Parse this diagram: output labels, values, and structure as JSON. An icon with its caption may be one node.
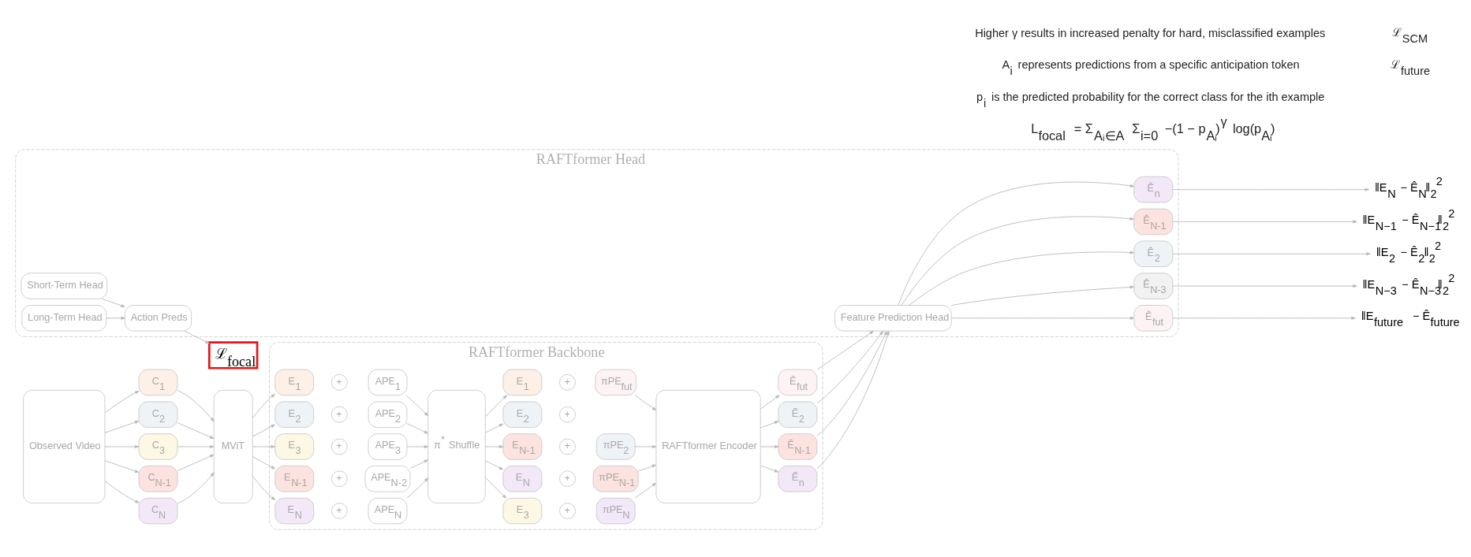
{
  "diagram": {
    "nodes": [
      {
        "text": [
          "RAFTformer Backbone"
        ]
      },
      {
        "text": [
          "RAFTformer Head"
        ]
      },
      {
        "text": [
          "Observed Video"
        ]
      },
      {
        "text": [
          "C$_{1}$"
        ]
      },
      {
        "text": [
          "C$_{2}$"
        ]
      },
      {
        "text": [
          "C$_{3}$"
        ]
      },
      {
        "text": [
          "C$_{N-1}$"
        ]
      },
      {
        "text": [
          "C$_{N}$"
        ]
      },
      {
        "text": [
          "MViT"
        ]
      },
      {
        "text": [
          "E$_{1}$"
        ],
        "in": 0
      },
      {
        "text": [
          "+"
        ],
        "in": 0
      },
      {
        "text": [
          "APE$_{1}$"
        ],
        "in": 0
      },
      {
        "text": [
          "E$_{2}$"
        ],
        "in": 0
      },
      {
        "text": [
          "+"
        ],
        "in": 0
      },
      {
        "text": [
          "APE$_{2}$"
        ],
        "in": 0
      },
      {
        "text": [
          "E$_{3}$"
        ],
        "in": 0
      },
      {
        "text": [
          "+"
        ],
        "in": 0
      },
      {
        "text": [
          "APE$_{3}$"
        ],
        "in": 0
      },
      {
        "text": [
          "E$_{N-1}$"
        ],
        "in": 0
      },
      {
        "text": [
          "+"
        ],
        "in": 0
      },
      {
        "text": [
          "APE$_{N-2}$"
        ],
        "in": 0
      },
      {
        "text": [
          "E$_{N}$"
        ],
        "in": 0
      },
      {
        "text": [
          "+"
        ],
        "in": 0
      },
      {
        "text": [
          "APE$_{N}$"
        ],
        "in": 0
      },
      {
        "text": [
          "π$^{*}$ Shuffle"
        ],
        "in": 0
      },
      {
        "text": [
          "E$_{3}$"
        ],
        "in": 0
      },
      {
        "text": [
          "+"
        ],
        "in": 0
      },
      {
        "text": [
          "πPE$_{N}$"
        ],
        "in": 0
      },
      {
        "text": [
          "E$_{N}$"
        ],
        "in": 0
      },
      {
        "text": [
          "+"
        ],
        "in": 0
      },
      {
        "text": [
          "πPE$_{N-1}$"
        ],
        "in": 0
      },
      {
        "text": [
          "E$_{N-1}$"
        ],
        "in": 0
      },
      {
        "text": [
          "+"
        ],
        "in": 0
      },
      {
        "text": [
          "πPE$_{2}$"
        ],
        "in": 0
      },
      {
        "text": [
          "E$_{2}$"
        ],
        "in": 0
      },
      {
        "text": [
          "+"
        ],
        "in": 0
      },
      {
        "text": [
          "E$_{1}$"
        ],
        "in": 0
      },
      {
        "text": [
          "+"
        ],
        "in": 0
      },
      {
        "text": [
          "πPE$_{fut}$"
        ],
        "in": 0
      },
      {
        "text": [
          "RAFTformer Encoder"
        ],
        "in": 0
      },
      {
        "text": [
          "Ẽ$_{n}$"
        ],
        "in": 0
      },
      {
        "text": [
          "Ẽ$_{N-1}$"
        ],
        "in": 0
      },
      {
        "text": [
          "Ẽ$_{2}$"
        ],
        "in": 0
      },
      {
        "text": [
          "Ẽ$_{fut}$"
        ],
        "in": 0
      },
      {
        "text": [
          "Short-Term Head"
        ],
        "in": 1
      },
      {
        "text": [
          "Long-Term Head"
        ],
        "in": 1
      },
      {
        "text": [
          "Action Preds"
        ],
        "in": 1
      },
      {
        "text": [
          "Feature Prediction Head"
        ],
        "in": 1
      },
      {
        "text": [
          "Ê$_{n}$"
        ],
        "in": 1
      },
      {
        "text": [
          "Ê$_{N-1}$"
        ],
        "in": 1
      },
      {
        "text": [
          "Ê$_{2}$"
        ],
        "in": 1
      },
      {
        "text": [
          "Ê$_{N-3}$"
        ],
        "in": 1
      },
      {
        "text": [
          "Ê$_{fut}$"
        ],
        "in": 1
      },
      {
        "text": [
          "ℒ$_{focal}$"
        ]
      },
      {
        "text": [
          "‖E$_{N}$ − Ê$_{N}$‖$_{2}$$^{2}$"
        ]
      },
      {
        "text": [
          "‖E$_{N−1}$ − Ê$_{N−1}$‖$_{2}$$^{2}$"
        ]
      },
      {
        "text": [
          "‖E$_{2}$ − Ê$_{2}$‖$_{2}$$^{2}$"
        ]
      },
      {
        "text": [
          "‖E$_{N−3}$ − Ê$_{N−3}$‖$_{2}$$^{2}$"
        ]
      },
      {
        "text": [
          "‖E$_{future}$ − Ê$_{future}$"
        ]
      }
    ],
    "edges": [
      {
        "from": 2,
        "to": 3,
        "arrow": "to"
      },
      {
        "from": 2,
        "to": 4,
        "arrow": "to"
      },
      {
        "from": 2,
        "to": 5,
        "arrow": "to"
      },
      {
        "from": 2,
        "to": 6,
        "arrow": "to"
      },
      {
        "from": 2,
        "to": 7,
        "arrow": "to"
      },
      {
        "from": 3,
        "to": 8,
        "arrow": "to"
      },
      {
        "from": 4,
        "to": 8,
        "arrow": "to"
      },
      {
        "from": 5,
        "to": 8,
        "arrow": "to"
      },
      {
        "from": 6,
        "to": 8,
        "arrow": "to"
      },
      {
        "from": 7,
        "to": 8,
        "arrow": "to"
      },
      {
        "from": 8,
        "to": 9,
        "arrow": "to"
      },
      {
        "from": 8,
        "to": 12,
        "arrow": "to"
      },
      {
        "from": 8,
        "to": 15,
        "arrow": "to"
      },
      {
        "from": 8,
        "to": 18,
        "arrow": "to"
      },
      {
        "from": 8,
        "to": 21,
        "arrow": "to"
      },
      {
        "from": 11,
        "to": 24,
        "arrow": "to"
      },
      {
        "from": 14,
        "to": 24,
        "arrow": "to"
      },
      {
        "from": 17,
        "to": 24,
        "arrow": "to"
      },
      {
        "from": 20,
        "to": 24,
        "arrow": "to"
      },
      {
        "from": 23,
        "to": 24,
        "arrow": "to"
      },
      {
        "from": 24,
        "to": 25,
        "arrow": "to"
      },
      {
        "from": 24,
        "to": 28,
        "arrow": "to"
      },
      {
        "from": 24,
        "to": 31,
        "arrow": "to"
      },
      {
        "from": 24,
        "to": 34,
        "arrow": "to"
      },
      {
        "from": 24,
        "to": 36,
        "arrow": "to"
      },
      {
        "from": 27,
        "to": 39,
        "arrow": "to"
      },
      {
        "from": 30,
        "to": 39,
        "arrow": "to"
      },
      {
        "from": 33,
        "to": 39,
        "arrow": "to"
      },
      {
        "from": 38,
        "to": 39,
        "arrow": "to"
      },
      {
        "from": 39,
        "to": 40,
        "arrow": "to"
      },
      {
        "from": 39,
        "to": 41,
        "arrow": "to"
      },
      {
        "from": 39,
        "to": 42,
        "arrow": "to"
      },
      {
        "from": 39,
        "to": 43,
        "arrow": "to"
      },
      {
        "from": 40,
        "to": 47,
        "arrow": "to"
      },
      {
        "from": 41,
        "to": 47,
        "arrow": "to"
      },
      {
        "from": 42,
        "to": 47,
        "arrow": "to"
      },
      {
        "from": 43,
        "to": 47,
        "arrow": "to"
      },
      {
        "from": 44,
        "to": 46,
        "arrow": "to"
      },
      {
        "from": 45,
        "to": 46,
        "arrow": "to"
      },
      {
        "from": 46,
        "to": 53,
        "arrow": "to"
      },
      {
        "from": 47,
        "to": 48,
        "arrow": "to"
      },
      {
        "from": 47,
        "to": 49,
        "arrow": "to"
      },
      {
        "from": 47,
        "to": 50,
        "arrow": "to"
      },
      {
        "from": 47,
        "to": 51,
        "arrow": "to"
      },
      {
        "from": 47,
        "to": 52,
        "arrow": "to"
      },
      {
        "from": 48,
        "to": 54,
        "arrow": "to"
      },
      {
        "from": 49,
        "to": 55,
        "arrow": "to"
      },
      {
        "from": 50,
        "to": 56,
        "arrow": "to"
      },
      {
        "from": 51,
        "to": 57,
        "arrow": "to"
      },
      {
        "from": 52,
        "to": 58,
        "arrow": "to"
      }
    ],
    "labels": [
      "L$_{focal}$ = Σ$_{Aᵢ∈A}$ Σ$_{i=0}$ −(1 − p$_{Aᵢ}$)$^{γ}$ log(p$_{Aᵢ}$)",
      "p$_{i}$ is the predicted probability for the correct class for the ith example",
      "A$_{i}$ represents predictions from a specific anticipation token",
      "Higher γ results in increased penalty for hard, misclassified examples",
      "ℒ$_{SCM}$",
      "ℒ$_{future}$"
    ]
  }
}
